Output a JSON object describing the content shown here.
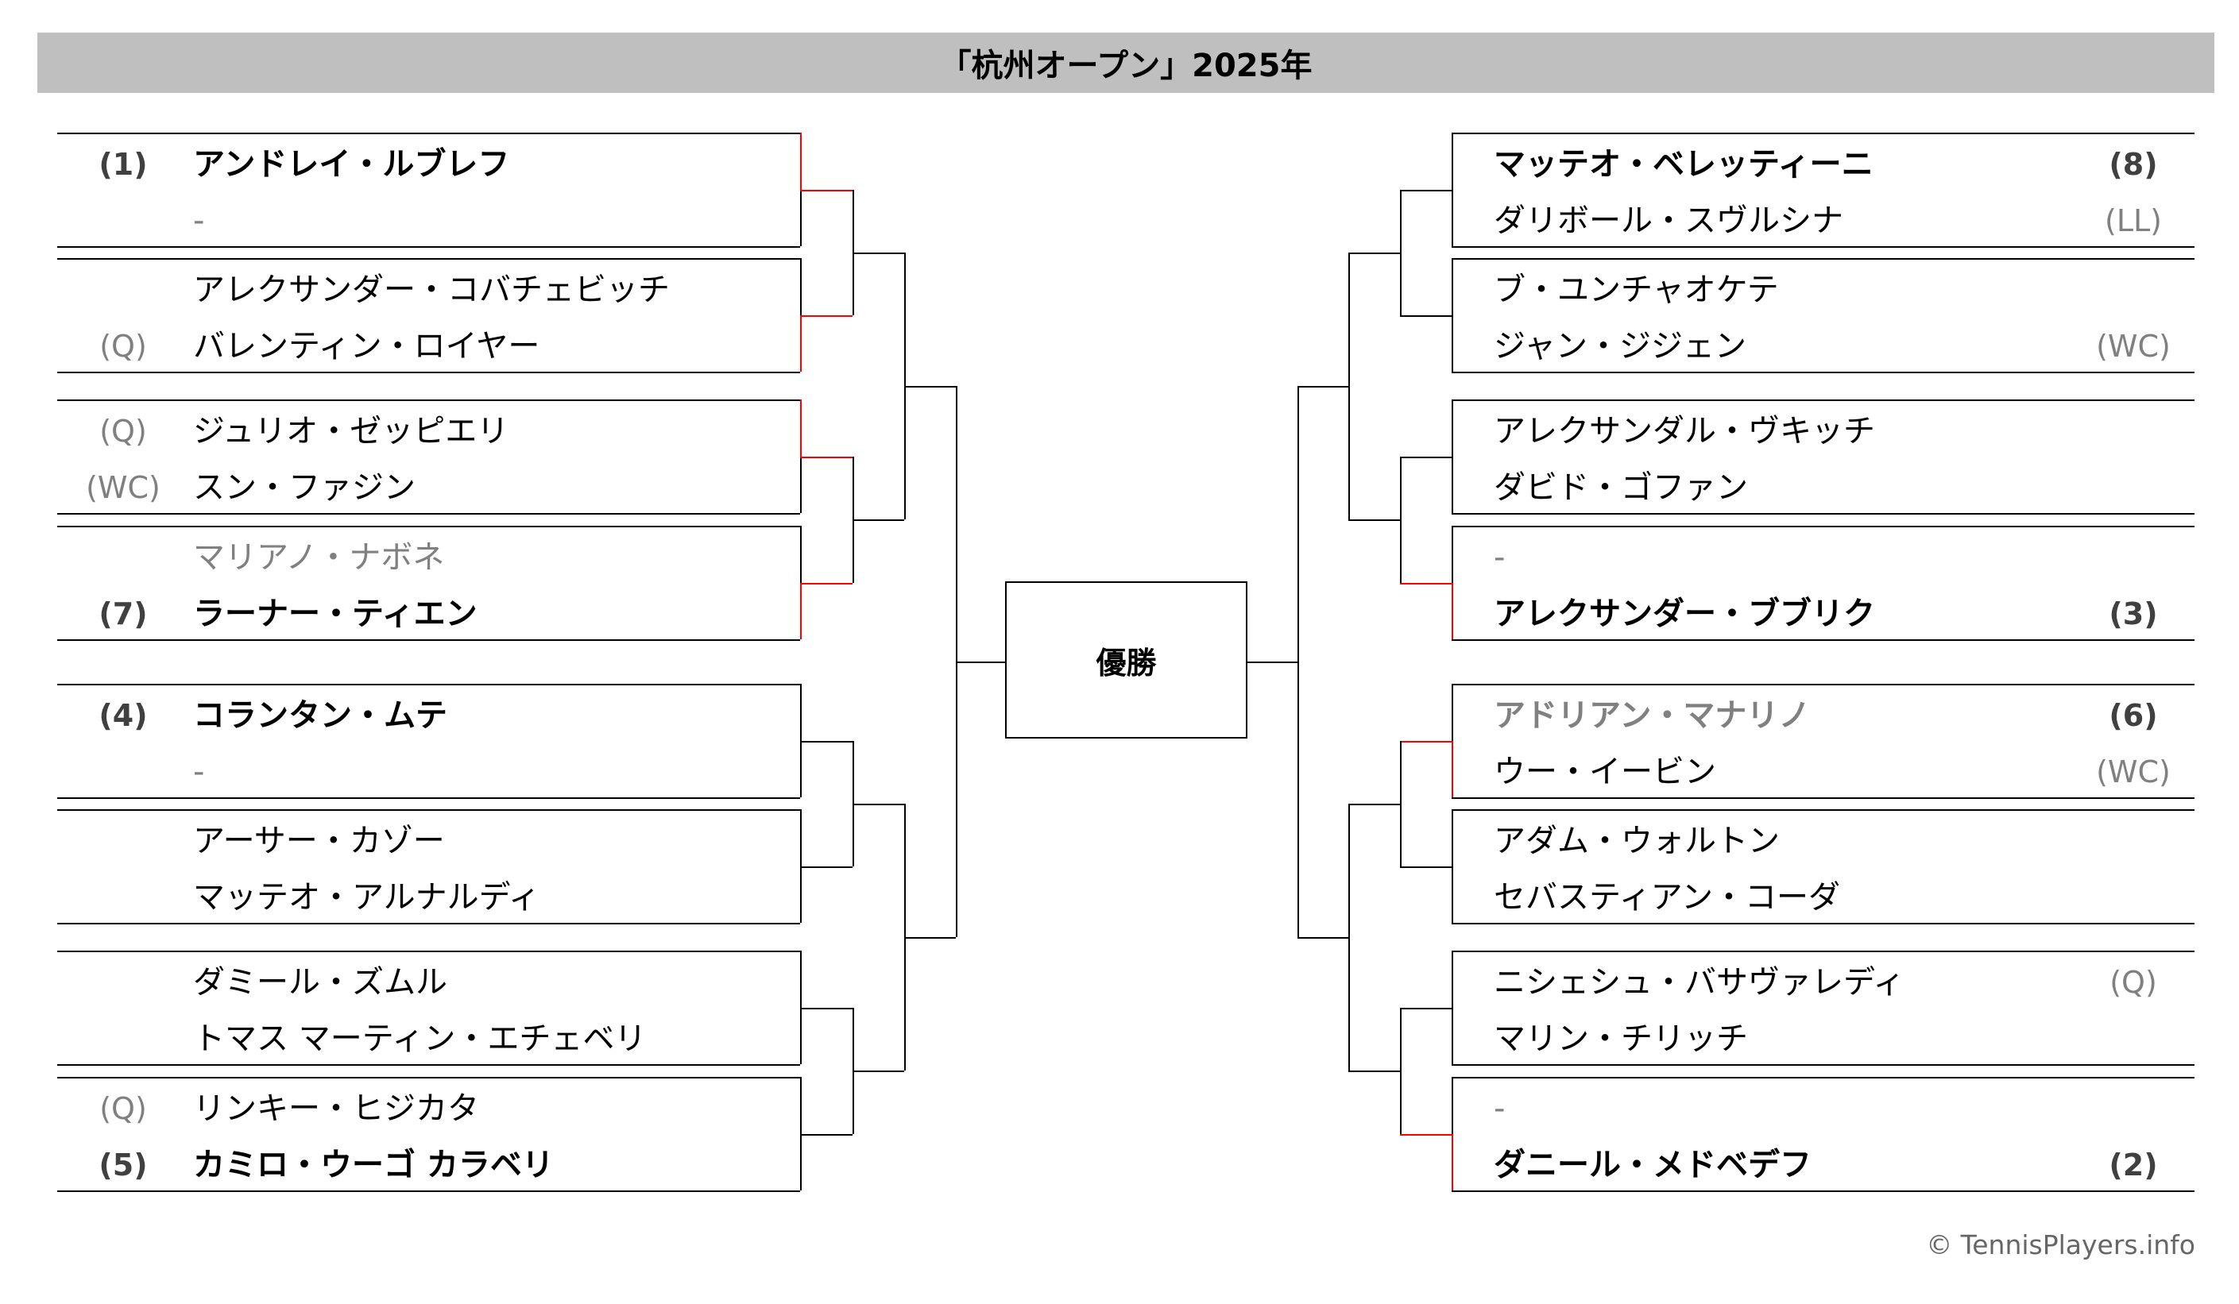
{
  "title": "「杭州オープン」2025年",
  "final_label": "優勝",
  "copyright": "© TennisPlayers.info",
  "left": [
    {
      "seed": "(1)",
      "seed_bold": true,
      "name": "アンドレイ・ルブレフ",
      "style": "bold"
    },
    {
      "seed": "",
      "name": "-",
      "style": "dash"
    },
    {
      "seed": "",
      "name": "アレクサンダー・コバチェビッチ",
      "style": "normal"
    },
    {
      "seed": "(Q)",
      "name": "バレンティン・ロイヤー",
      "style": "normal"
    },
    {
      "seed": "(Q)",
      "name": "ジュリオ・ゼッピエリ",
      "style": "normal"
    },
    {
      "seed": "(WC)",
      "name": "スン・ファジン",
      "style": "normal"
    },
    {
      "seed": "",
      "name": "マリアノ・ナボネ",
      "style": "lost"
    },
    {
      "seed": "(7)",
      "seed_bold": true,
      "name": "ラーナー・ティエン",
      "style": "bold"
    },
    {
      "seed": "(4)",
      "seed_bold": true,
      "name": "コランタン・ムテ",
      "style": "bold"
    },
    {
      "seed": "",
      "name": "-",
      "style": "dash"
    },
    {
      "seed": "",
      "name": "アーサー・カゾー",
      "style": "normal"
    },
    {
      "seed": "",
      "name": "マッテオ・アルナルディ",
      "style": "normal"
    },
    {
      "seed": "",
      "name": "ダミール・ズムル",
      "style": "normal"
    },
    {
      "seed": "",
      "name": "トマス マーティン・エチェベリ",
      "style": "normal"
    },
    {
      "seed": "(Q)",
      "name": "リンキー・ヒジカタ",
      "style": "normal"
    },
    {
      "seed": "(5)",
      "seed_bold": true,
      "name": "カミロ・ウーゴ カラベリ",
      "style": "bold"
    }
  ],
  "right": [
    {
      "seed": "(8)",
      "seed_bold": true,
      "name": "マッテオ・ベレッティーニ",
      "style": "bold"
    },
    {
      "seed": "(LL)",
      "name": "ダリボール・スヴルシナ",
      "style": "normal"
    },
    {
      "seed": "",
      "name": "ブ・ユンチャオケテ",
      "style": "normal"
    },
    {
      "seed": "(WC)",
      "name": "ジャン・ジジェン",
      "style": "normal"
    },
    {
      "seed": "",
      "name": "アレクサンダル・ヴキッチ",
      "style": "normal"
    },
    {
      "seed": "",
      "name": "ダビド・ゴファン",
      "style": "normal"
    },
    {
      "seed": "",
      "name": "-",
      "style": "dash"
    },
    {
      "seed": "(3)",
      "seed_bold": true,
      "name": "アレクサンダー・ブブリク",
      "style": "bold"
    },
    {
      "seed": "(6)",
      "seed_bold": true,
      "name": "アドリアン・マナリノ",
      "style": "lostbold"
    },
    {
      "seed": "(WC)",
      "name": "ウー・イービン",
      "style": "normal"
    },
    {
      "seed": "",
      "name": "アダム・ウォルトン",
      "style": "normal"
    },
    {
      "seed": "",
      "name": "セバスティアン・コーダ",
      "style": "normal"
    },
    {
      "seed": "(Q)",
      "name": "ニシェシュ・バサヴァレディ",
      "style": "normal"
    },
    {
      "seed": "",
      "name": "マリン・チリッチ",
      "style": "normal"
    },
    {
      "seed": "",
      "name": "-",
      "style": "dash"
    },
    {
      "seed": "(2)",
      "seed_bold": true,
      "name": "ダニール・メドベデフ",
      "style": "bold"
    }
  ]
}
